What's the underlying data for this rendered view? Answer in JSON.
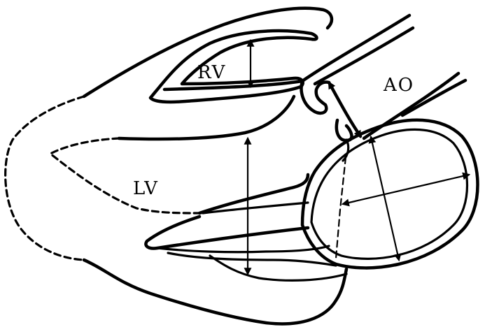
{
  "diagram": {
    "labels": {
      "rv": "RV",
      "lv": "LV",
      "ao": "AO"
    },
    "colors": {
      "ink": "#000000",
      "background": "#ffffff"
    }
  }
}
